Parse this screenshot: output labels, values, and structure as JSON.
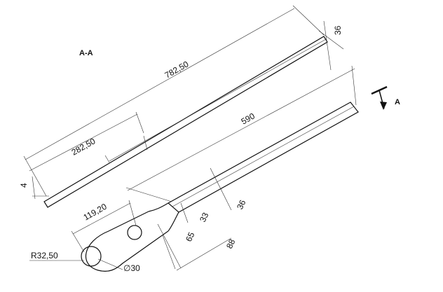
{
  "labels": {
    "section": "A-A",
    "view_arrow": "A"
  },
  "dimensions": {
    "overall_length": "782,50",
    "upper_segment": "282,50",
    "thickness": "4",
    "width_top": "36",
    "flat_length": "590",
    "width_flat": "36",
    "neck_width": "33",
    "hole_spacing": "119,20",
    "end_width": "65",
    "end_length": "88",
    "radius": "R32,50",
    "hole_diameter": "∅30"
  }
}
